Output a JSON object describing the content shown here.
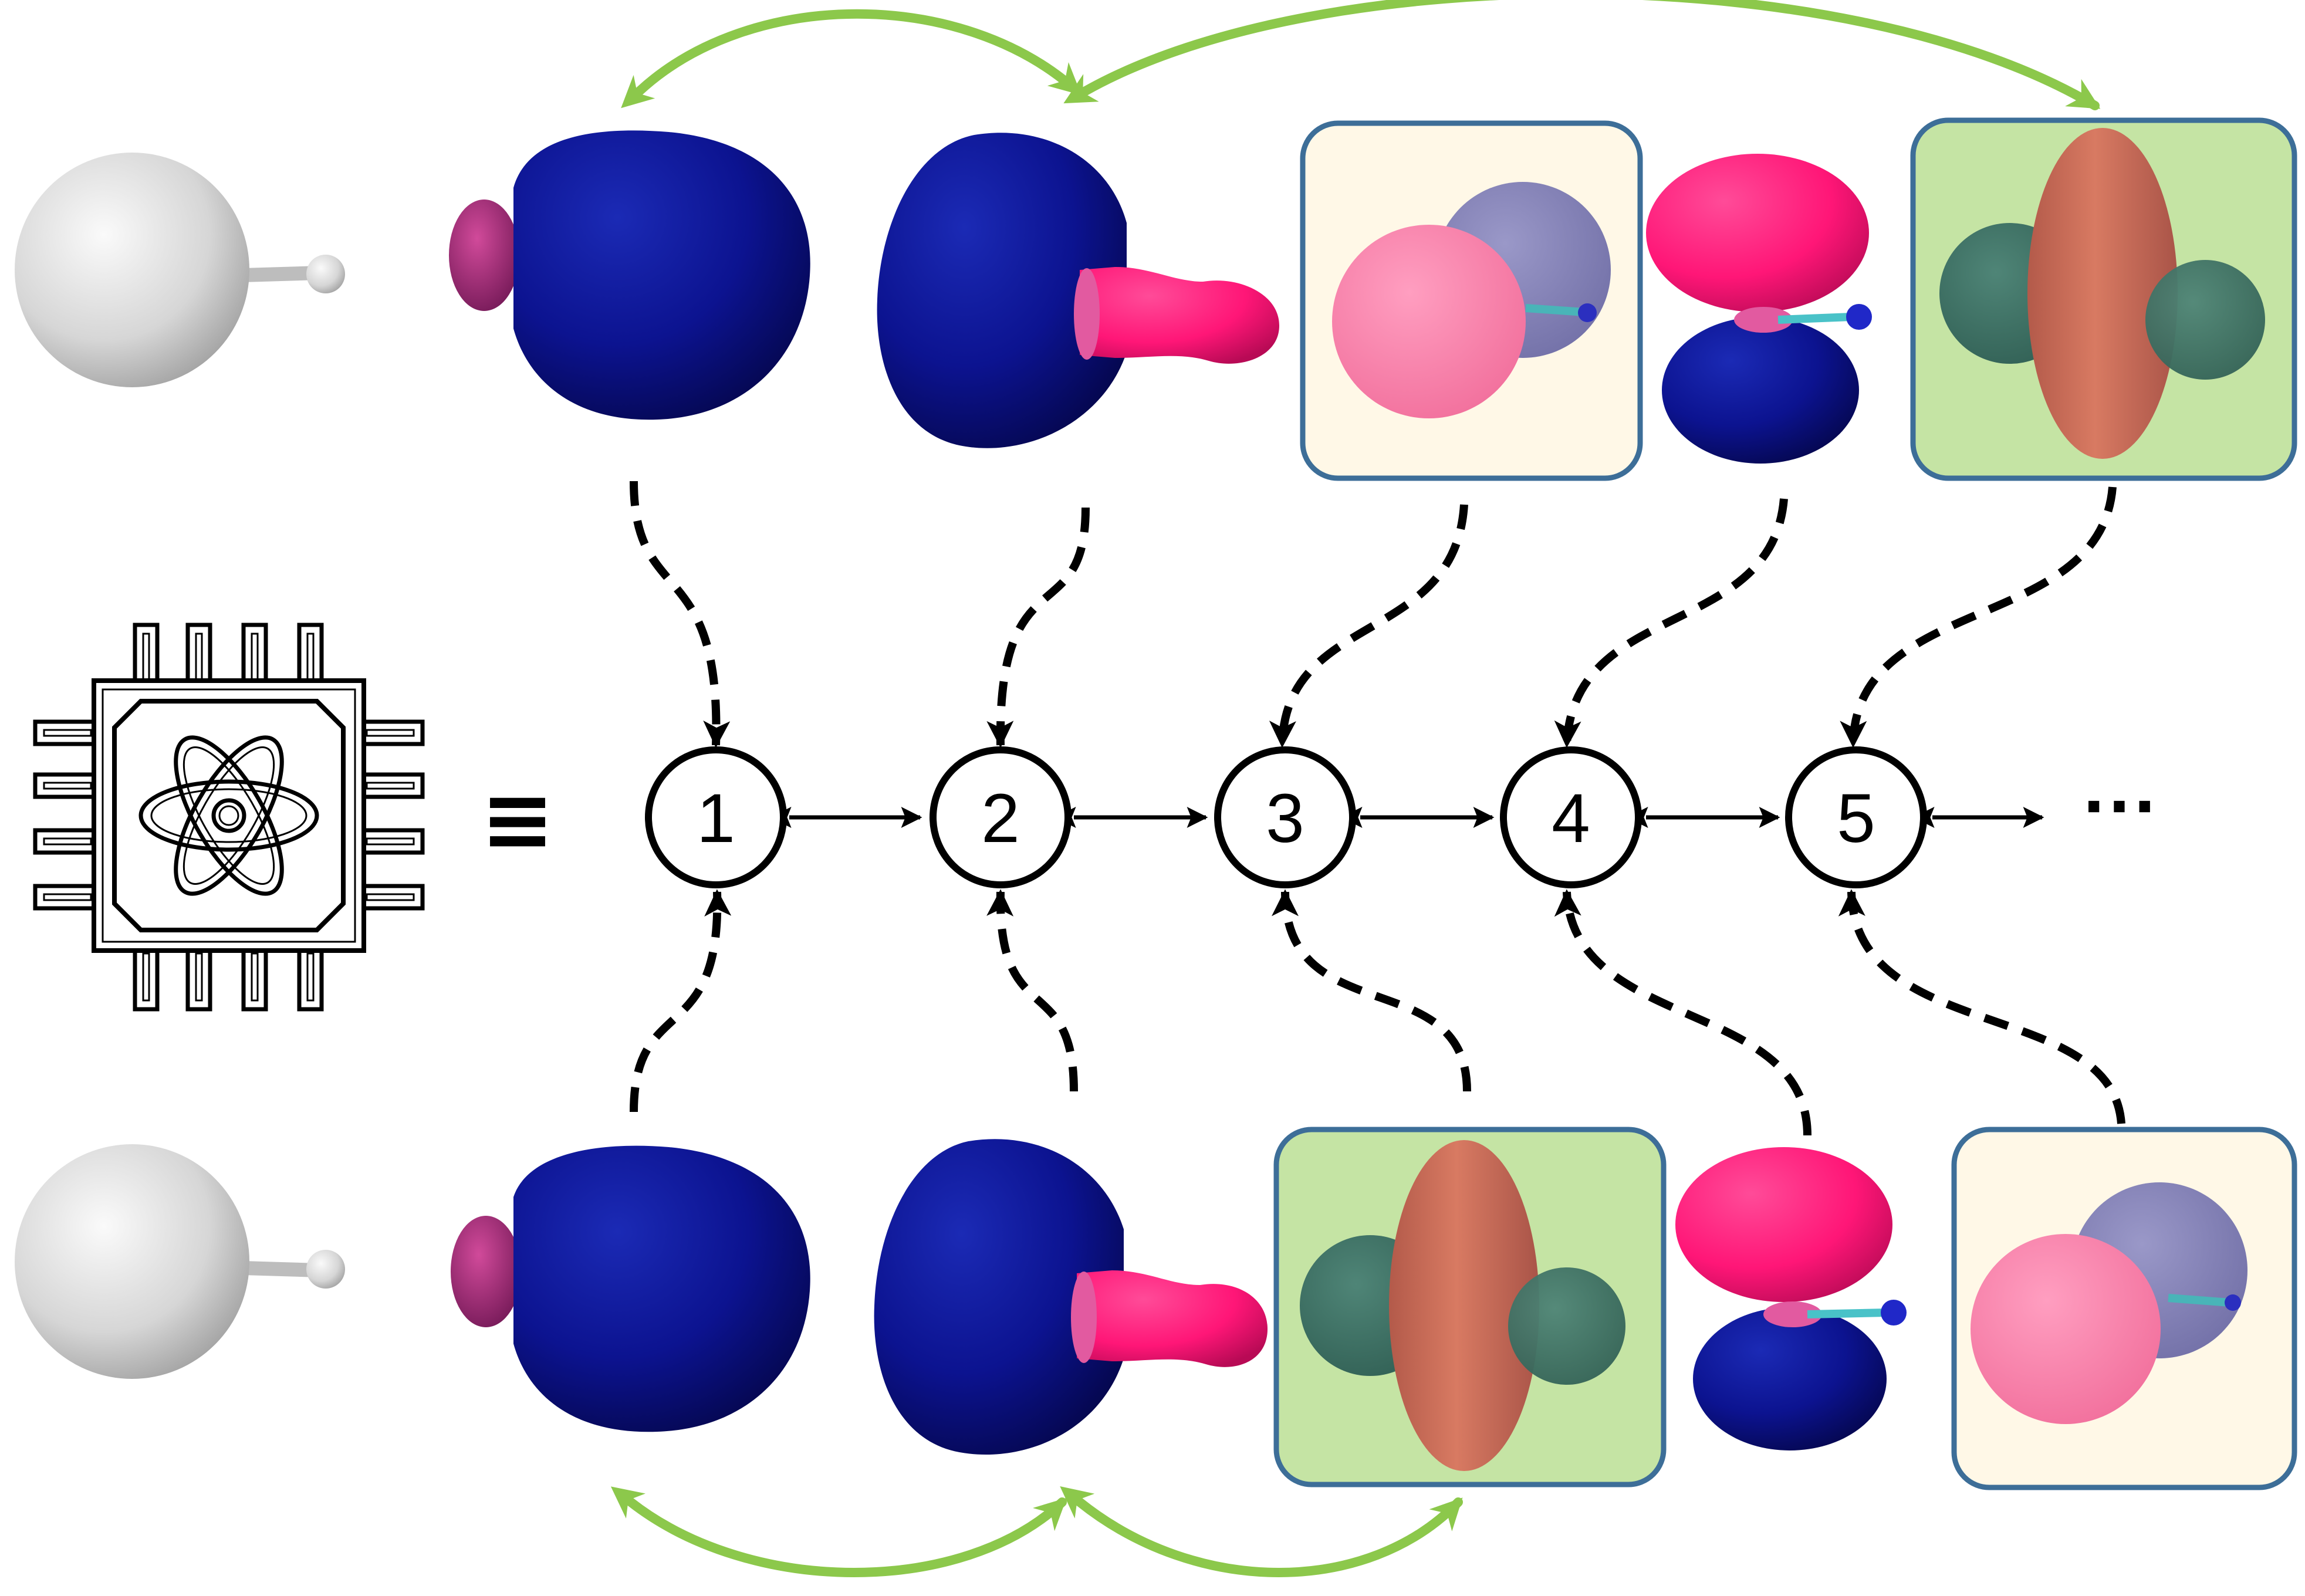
{
  "equivalence_symbol": "≡",
  "ellipsis": "···",
  "nodes": [
    {
      "label": "1"
    },
    {
      "label": "2"
    },
    {
      "label": "3"
    },
    {
      "label": "4"
    },
    {
      "label": "5"
    }
  ],
  "icons": {
    "molecule": "diatomic-molecule-icon",
    "chip": "quantum-chip-icon"
  },
  "colors": {
    "orbital_blue": "#0b0f7a",
    "orbital_magenta": "#ff1677",
    "orbital_pink": "#ff7aa8",
    "orbital_teal": "#3f7467",
    "orbital_salmon": "#c86a5a",
    "box_cream": "#fff8e7",
    "box_green": "#c5e4a4",
    "box_border": "#3d6e98",
    "swap_arrow_green": "#8cc84b"
  }
}
